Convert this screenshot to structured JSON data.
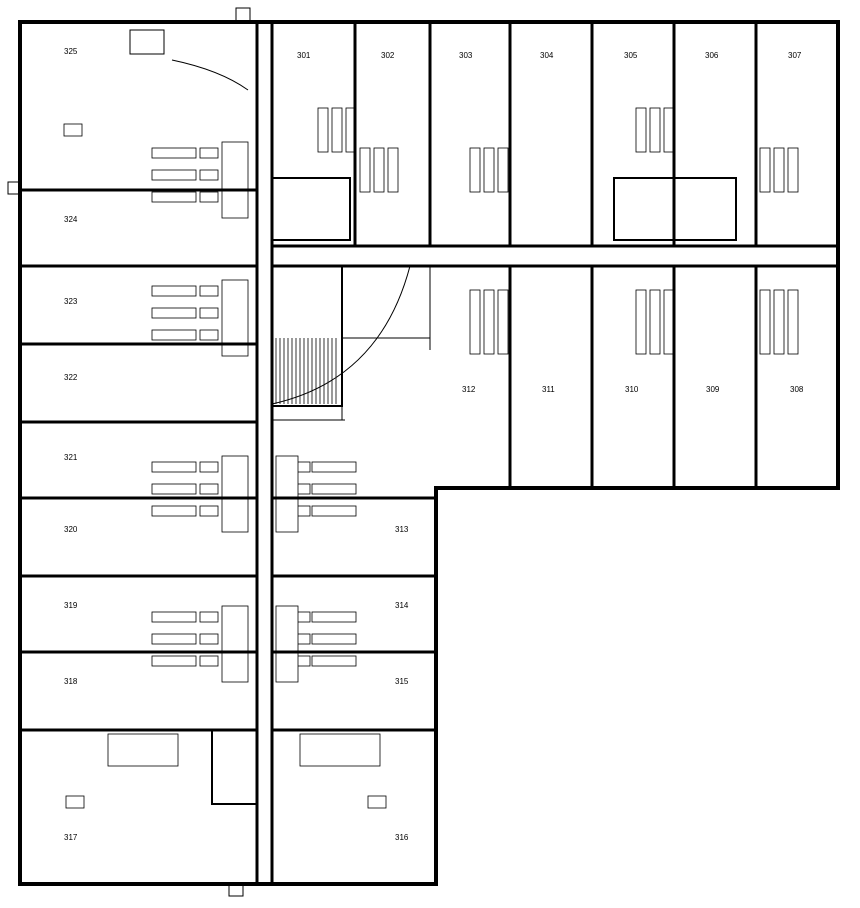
{
  "floor": {
    "rooms": [
      {
        "id": "r301",
        "number": "301"
      },
      {
        "id": "r302",
        "number": "302"
      },
      {
        "id": "r303",
        "number": "303"
      },
      {
        "id": "r304",
        "number": "304"
      },
      {
        "id": "r305",
        "number": "305"
      },
      {
        "id": "r306",
        "number": "306"
      },
      {
        "id": "r307",
        "number": "307"
      },
      {
        "id": "r308",
        "number": "308"
      },
      {
        "id": "r309",
        "number": "309"
      },
      {
        "id": "r310",
        "number": "310"
      },
      {
        "id": "r311",
        "number": "311"
      },
      {
        "id": "r312",
        "number": "312"
      },
      {
        "id": "r313",
        "number": "313"
      },
      {
        "id": "r314",
        "number": "314"
      },
      {
        "id": "r315",
        "number": "315"
      },
      {
        "id": "r316",
        "number": "316"
      },
      {
        "id": "r317",
        "number": "317"
      },
      {
        "id": "r318",
        "number": "318"
      },
      {
        "id": "r319",
        "number": "319"
      },
      {
        "id": "r320",
        "number": "320"
      },
      {
        "id": "r321",
        "number": "321"
      },
      {
        "id": "r322",
        "number": "322"
      },
      {
        "id": "r323",
        "number": "323"
      },
      {
        "id": "r324",
        "number": "324"
      },
      {
        "id": "r325",
        "number": "325"
      }
    ]
  }
}
